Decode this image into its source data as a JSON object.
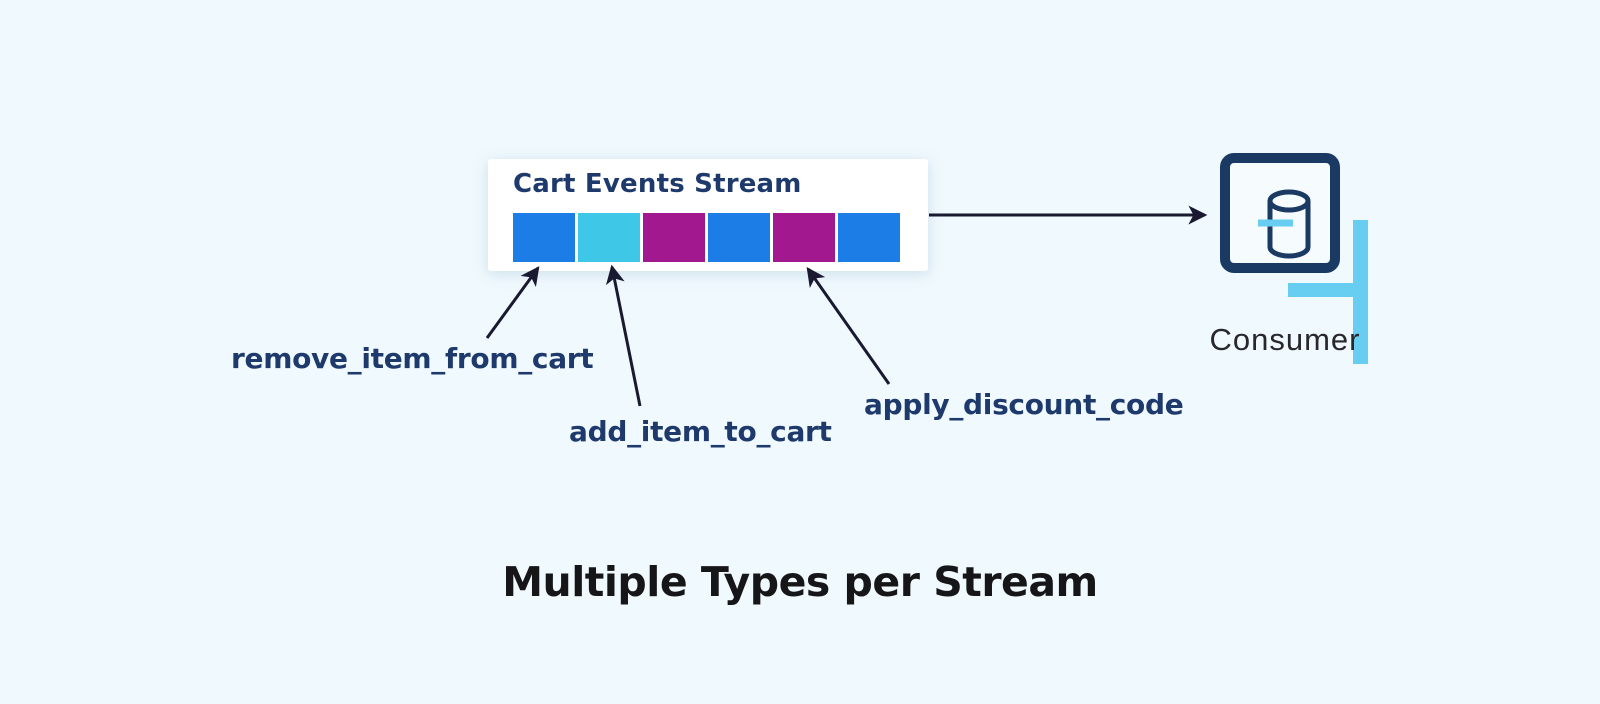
{
  "caption": "Multiple Types per Stream",
  "stream": {
    "title": "Cart Events Stream",
    "events": [
      {
        "type": "remove_item_from_cart",
        "color": "blue"
      },
      {
        "type": "add_item_to_cart",
        "color": "cyan"
      },
      {
        "type": "apply_discount_code",
        "color": "magenta"
      },
      {
        "type": "remove_item_from_cart",
        "color": "blue"
      },
      {
        "type": "apply_discount_code",
        "color": "magenta"
      },
      {
        "type": "remove_item_from_cart",
        "color": "blue"
      }
    ]
  },
  "event_labels": {
    "remove": "remove_item_from_cart",
    "add": "add_item_to_cart",
    "discount": "apply_discount_code"
  },
  "consumer": {
    "label": "Consumer",
    "icon": "database-cylinder-icon"
  },
  "colors": {
    "background": "#f0f9fd",
    "blue": "#1d7de6",
    "cyan": "#3fc7e8",
    "magenta": "#a2188f",
    "navy_text": "#1e3a6c",
    "icon_navy": "#1b3a63",
    "accent_cyan": "#67cdf1",
    "arrow": "#191931",
    "caption_text": "#161618"
  }
}
